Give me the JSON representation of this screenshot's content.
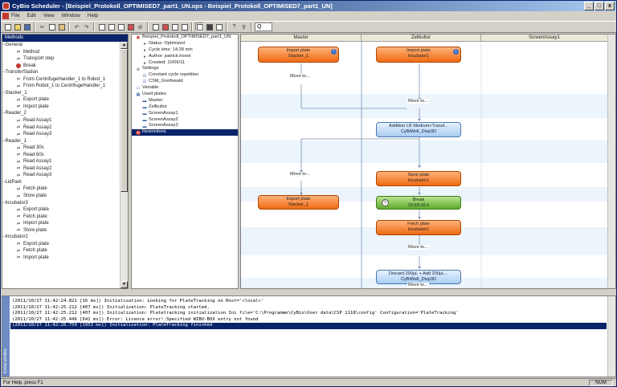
{
  "window": {
    "title": "CyBio Scheduler - [Beispiel_Protokoll_OPTIMISED7_part1_UN.ops - Beispiel_Protokoll_OPTIMISED7_part1_UN]",
    "minimize": "_",
    "maximize": "□",
    "close": "x"
  },
  "menu": [
    "File",
    "Edit",
    "View",
    "Window",
    "Help"
  ],
  "toolbar": {
    "zoom": "Q"
  },
  "methods": {
    "header": "Methods",
    "items": [
      {
        "kind": "group",
        "label": "General"
      },
      {
        "kind": "leaf",
        "label": "Method",
        "icon": "method-icon"
      },
      {
        "kind": "leaf",
        "label": "Transport step",
        "icon": "transport-icon"
      },
      {
        "kind": "leaf",
        "label": "Break",
        "icon": "break-icon",
        "tone": "red"
      },
      {
        "kind": "group",
        "label": "TransferStation"
      },
      {
        "kind": "leaf",
        "label": "From CentrifugeHandler_1 to Robot_1",
        "icon": "transfer-icon"
      },
      {
        "kind": "leaf",
        "label": "From Robot_1 to CentrifugeHandler_1",
        "icon": "transfer-icon"
      },
      {
        "kind": "group",
        "label": "Stacker_1"
      },
      {
        "kind": "leaf",
        "label": "Export plate",
        "icon": "plate-icon"
      },
      {
        "kind": "leaf",
        "label": "Import plate",
        "icon": "plate-icon"
      },
      {
        "kind": "group",
        "label": "Reader_2"
      },
      {
        "kind": "leaf",
        "label": "Read Assay1",
        "icon": "plate-icon"
      },
      {
        "kind": "leaf",
        "label": "Read Assay2",
        "icon": "plate-icon"
      },
      {
        "kind": "leaf",
        "label": "Read Assay3",
        "icon": "plate-icon"
      },
      {
        "kind": "group",
        "label": "Reader_1"
      },
      {
        "kind": "leaf",
        "label": "Read 30s",
        "icon": "plate-icon"
      },
      {
        "kind": "leaf",
        "label": "Read 60s",
        "icon": "plate-icon"
      },
      {
        "kind": "leaf",
        "label": "Read Assay1",
        "icon": "plate-icon"
      },
      {
        "kind": "leaf",
        "label": "Read Assay2",
        "icon": "plate-icon"
      },
      {
        "kind": "leaf",
        "label": "Read Assay3",
        "icon": "plate-icon"
      },
      {
        "kind": "group",
        "label": "LidPark"
      },
      {
        "kind": "leaf",
        "label": "Fetch plate",
        "icon": "plate-icon"
      },
      {
        "kind": "leaf",
        "label": "Store plate",
        "icon": "plate-icon"
      },
      {
        "kind": "group",
        "label": "Incubator3"
      },
      {
        "kind": "leaf",
        "label": "Export plate",
        "icon": "plate-icon"
      },
      {
        "kind": "leaf",
        "label": "Fetch plate",
        "icon": "plate-icon"
      },
      {
        "kind": "leaf",
        "label": "Import plate",
        "icon": "plate-icon"
      },
      {
        "kind": "leaf",
        "label": "Store plate",
        "icon": "plate-icon"
      },
      {
        "kind": "group",
        "label": "Incubator2"
      },
      {
        "kind": "leaf",
        "label": "Export plate",
        "icon": "plate-icon"
      },
      {
        "kind": "leaf",
        "label": "Fetch plate",
        "icon": "plate-icon"
      },
      {
        "kind": "leaf",
        "label": "Import plate",
        "icon": "plate-icon"
      }
    ]
  },
  "tree": {
    "items": [
      {
        "label": "Beispiel_Protokoll_OPTIMISED7_part1_UN",
        "depth": 0,
        "icon": "protocol-icon"
      },
      {
        "label": "Status: Optimized",
        "depth": 1,
        "icon": "info-icon"
      },
      {
        "label": "Cycle time: 14:28 min",
        "depth": 1,
        "icon": "info-icon"
      },
      {
        "label": "Author: patrick.hoest",
        "depth": 1,
        "icon": "info-icon"
      },
      {
        "label": "Created: 10/06/11",
        "depth": 1,
        "icon": "info-icon"
      },
      {
        "label": "Settings",
        "depth": 0,
        "icon": "settings-icon"
      },
      {
        "label": "Constant cycle repetition",
        "depth": 1,
        "icon": "check-icon"
      },
      {
        "label": "CSM_Greifswald",
        "depth": 1,
        "icon": "check-icon"
      },
      {
        "label": "Variable",
        "depth": 0,
        "icon": "variable-icon"
      },
      {
        "label": "Used plates",
        "depth": 0,
        "icon": "plates-icon"
      },
      {
        "label": "Master",
        "depth": 1,
        "icon": "plate-icon"
      },
      {
        "label": "Zellkultur",
        "depth": 1,
        "icon": "plate-icon"
      },
      {
        "label": "ScreenAssay1",
        "depth": 1,
        "icon": "plate-icon"
      },
      {
        "label": "ScreenAssay2",
        "depth": 1,
        "icon": "plate-icon"
      },
      {
        "label": "ScreenAssay3",
        "depth": 1,
        "icon": "plate-icon"
      },
      {
        "label": "Restrictions",
        "depth": 0,
        "icon": "restrictions-icon",
        "selected": true
      }
    ]
  },
  "flow": {
    "columns": [
      "Master",
      "Zellkultur",
      "ScreenAssay1"
    ],
    "nodes": [
      {
        "line1": "Import plate",
        "line2": "Stacker_1",
        "style": "orange",
        "info": "i"
      },
      {
        "line1": "Import plate",
        "line2": "Incubator1",
        "style": "orange",
        "info": "i"
      },
      {
        "line1": "Addition LB Medium+Transf...",
        "line2": "CyBiWell_Disp3D",
        "style": "blue"
      },
      {
        "line1": "Store plate",
        "line2": "Incubator1",
        "style": "orange"
      },
      {
        "line1": "Export plate",
        "line2": "Stacker_1",
        "style": "orange"
      },
      {
        "line1": "Break",
        "line2": "15:59:16 h",
        "style": "green"
      },
      {
        "line1": "Fetch plate",
        "line2": "Incubator1",
        "style": "orange"
      },
      {
        "line1": "Discard 200µL + Add 200µL...",
        "line2": "CyBiWell_Disp3D",
        "style": "blue"
      }
    ],
    "moves": [
      "Move to...",
      "Move to...",
      "Move to...",
      "Move to...",
      "Move to..."
    ]
  },
  "log": {
    "side_label": "Event window",
    "lines": [
      "(2011/10/27 11:42:24.821 [16 ms]) Initialization: Looking for PlateTracking on Host='<local>'",
      "(2011/10/27 11:42:25.212 [407 ms]) Initialization: PlateTracking started.",
      "(2011/10/27 11:42:25.212 [407 ms]) Initialization: Platetracking initialization Ini file='C:\\Programme\\CyBio\\User data\\CSP 1118\\config' Configuration='PlateTracking'",
      "(2011/10/27 11:42:25.446 [641 ms]) Error: Licence error!:Specified WIBU-BOX entry not found",
      "(2011/10/27 11:42:26.759 [1953 ms]) Initialization: PlateTracking finished"
    ],
    "selected_index": 4
  },
  "status": {
    "help": "For Help, press F1",
    "num": "NUM"
  },
  "colors": {
    "title_start": "#0a246a",
    "title_end": "#a6caf0",
    "orange": "#ef6a12",
    "blue": "#a9cdf2",
    "green": "#5eaa2e",
    "band": "#ecf4fc"
  }
}
